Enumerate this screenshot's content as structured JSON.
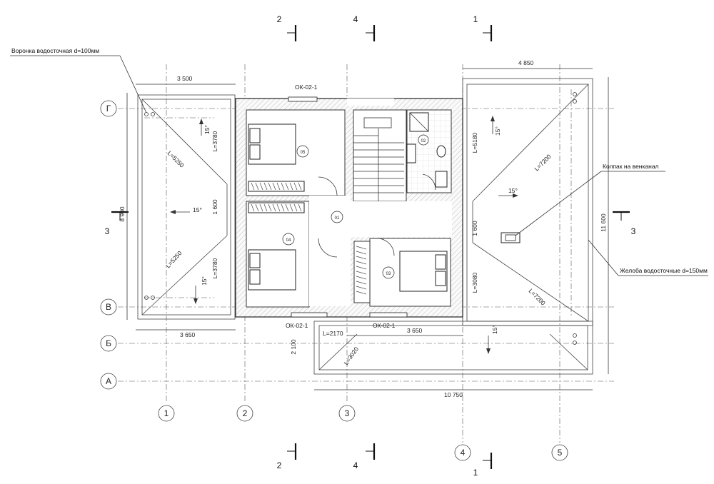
{
  "axes_rows": [
    "Г",
    "В",
    "Б",
    "А"
  ],
  "axes_cols": [
    "1",
    "2",
    "3",
    "4",
    "5"
  ],
  "section_marks": [
    "2",
    "4",
    "1",
    "3"
  ],
  "annotations": {
    "funnel": "Воронка водосточная d=100мм",
    "vent_cap": "Колпак на венканал",
    "gutters": "Желоба водосточные d=150мм"
  },
  "windows": {
    "top": "ОК-02-1",
    "bottom_left": "ОК-02-1",
    "bottom_right": "ОК-02-1"
  },
  "rooms": [
    "05",
    "01",
    "04",
    "03",
    "02"
  ],
  "dimensions": {
    "left_top_width": "3 500",
    "left_bottom_width": "3 650",
    "left_height": "8 900",
    "left_center": "1 600",
    "right_top_width": "4 850",
    "right_height": "11 600",
    "right_center": "1 600",
    "bottom_width": "3 650",
    "bottom_height": "2 100",
    "total_width": "10 750"
  },
  "roof_labels": {
    "l1": "L=5250",
    "l2": "L=3780",
    "l3": "L=5250",
    "l4": "L=3780",
    "l5": "L=5180",
    "l6": "L=7200",
    "l7": "L=3080",
    "l8": "L=7200",
    "l9": "L=2170",
    "l10": "L=3020"
  },
  "slopes": {
    "s1": "15°",
    "s2": "15°",
    "s3": "15°",
    "s4": "15°",
    "s5": "15°",
    "s6": "15°"
  }
}
